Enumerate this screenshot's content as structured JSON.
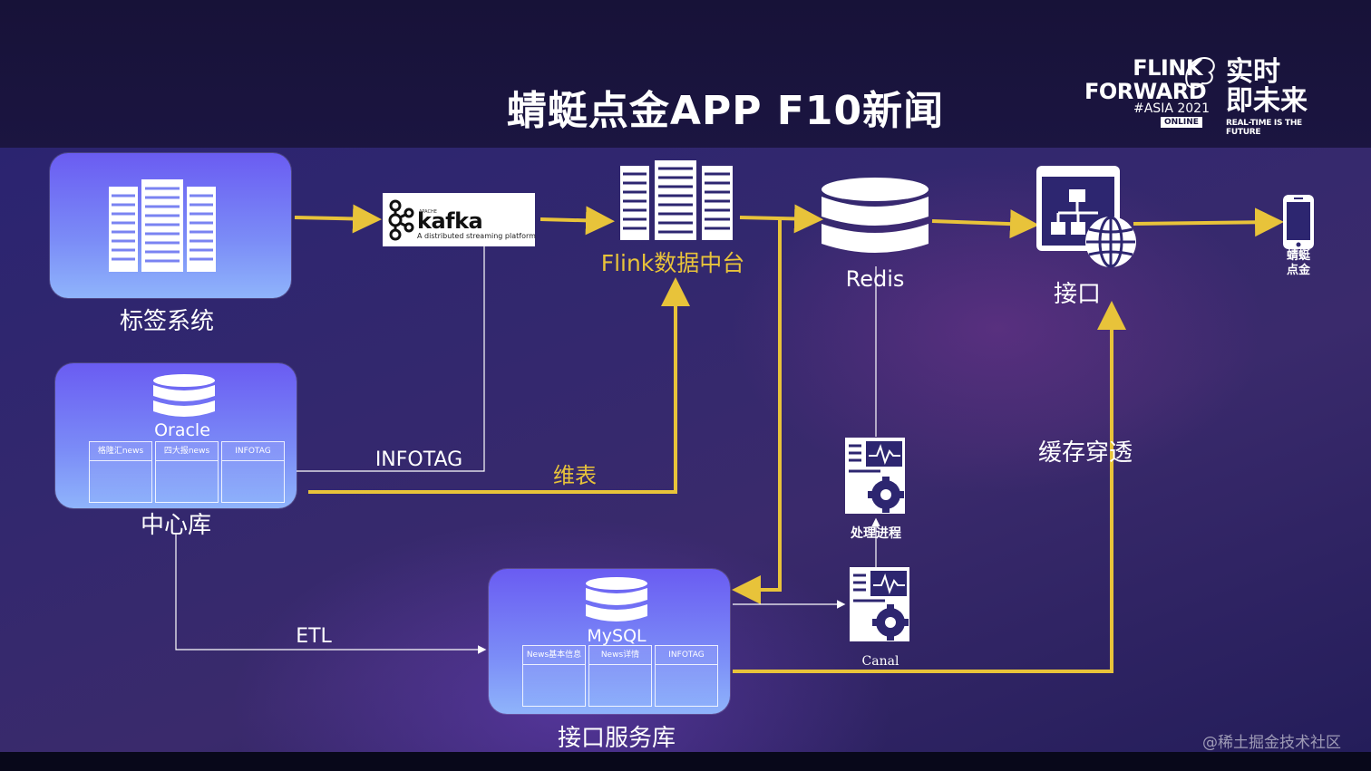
{
  "slide": {
    "title": "蜻蜓点金APP F10新闻",
    "watermark": "@稀土掘金技术社区"
  },
  "logo": {
    "line1": "FLINK",
    "line2": "FORWARD",
    "event": "#ASIA 2021",
    "badge": "ONLINE",
    "cn_line1": "实时",
    "cn_line2": "即未来",
    "tagline": "REAL-TIME IS THE FUTURE"
  },
  "nodes": {
    "tag_system": {
      "label": "标签系统"
    },
    "kafka": {
      "small": "APACHE",
      "name": "kafka",
      "sub": "A distributed streaming platform"
    },
    "flink": {
      "label": "Flink数据中台"
    },
    "redis": {
      "label": "Redis"
    },
    "api": {
      "label": "接口"
    },
    "app": {
      "label_line1": "蜻蜓",
      "label_line2": "点金"
    },
    "center_db": {
      "label": "中心库",
      "db_name": "Oracle",
      "tables": [
        "格隆汇news",
        "四大报news",
        "INFOTAG"
      ]
    },
    "api_service_db": {
      "label": "接口服务库",
      "db_name": "MySQL",
      "tables": [
        "News基本信息",
        "News详情",
        "INFOTAG"
      ]
    },
    "processor": {
      "label": "处理进程"
    },
    "canal": {
      "label": "Canal"
    }
  },
  "edge_labels": {
    "infotag": "INFOTAG",
    "dim_table": "维表",
    "etl": "ETL",
    "cache_penetration": "缓存穿透"
  },
  "colors": {
    "accent_yellow": "#e8c33a",
    "box_gradient_top": "#6a5cf2",
    "box_gradient_bottom": "#8fb4fb",
    "background": "#2b2470"
  }
}
